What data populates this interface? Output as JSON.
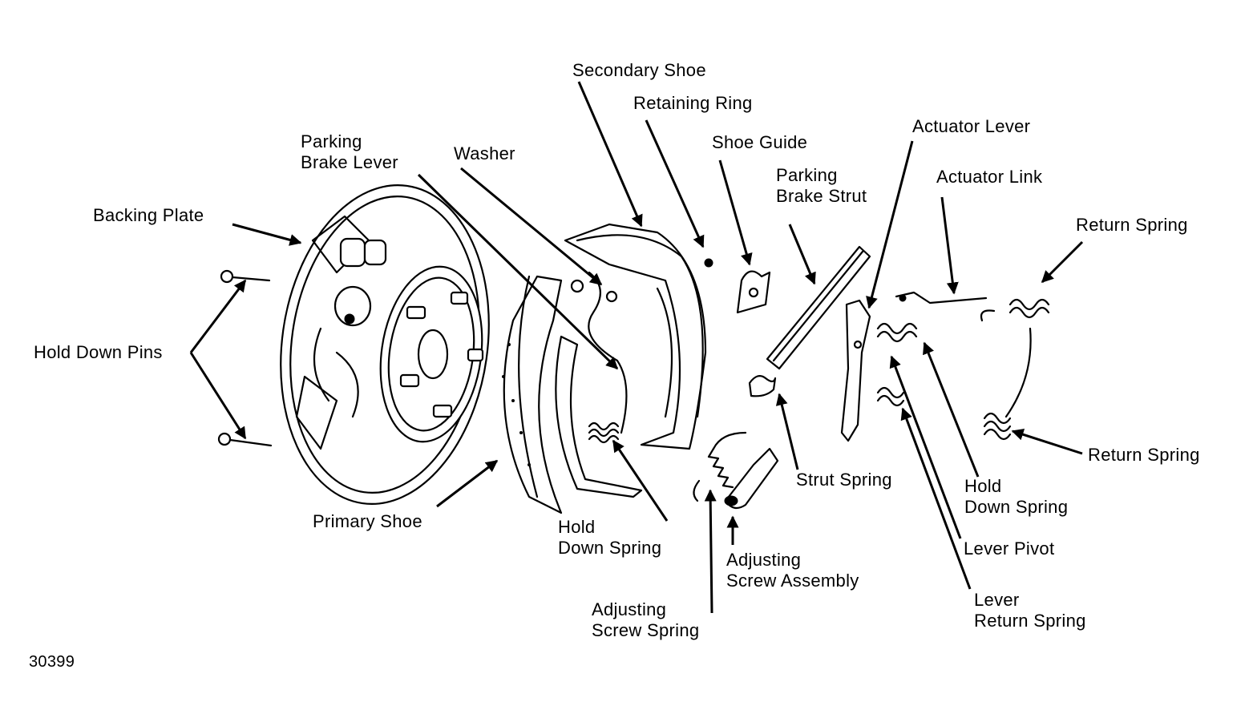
{
  "labels": {
    "secondary_shoe": "Secondary Shoe",
    "retaining_ring": "Retaining Ring",
    "shoe_guide": "Shoe Guide",
    "actuator_lever": "Actuator Lever",
    "parking_brake_lever": "Parking\nBrake Lever",
    "washer": "Washer",
    "parking_brake_strut": "Parking\nBrake Strut",
    "actuator_link": "Actuator Link",
    "return_spring_top": "Return Spring",
    "backing_plate": "Backing Plate",
    "hold_down_pins": "Hold Down Pins",
    "return_spring_bottom": "Return Spring",
    "strut_spring": "Strut Spring",
    "hold_down_spring_right": "Hold\nDown Spring",
    "primary_shoe": "Primary Shoe",
    "hold_down_spring_center": "Hold\nDown Spring",
    "lever_pivot": "Lever Pivot",
    "adjusting_screw_assembly": "Adjusting\nScrew Assembly",
    "lever_return_spring": "Lever\nReturn Spring",
    "adjusting_screw_spring": "Adjusting\nScrew Spring"
  },
  "figure_number": "30399"
}
